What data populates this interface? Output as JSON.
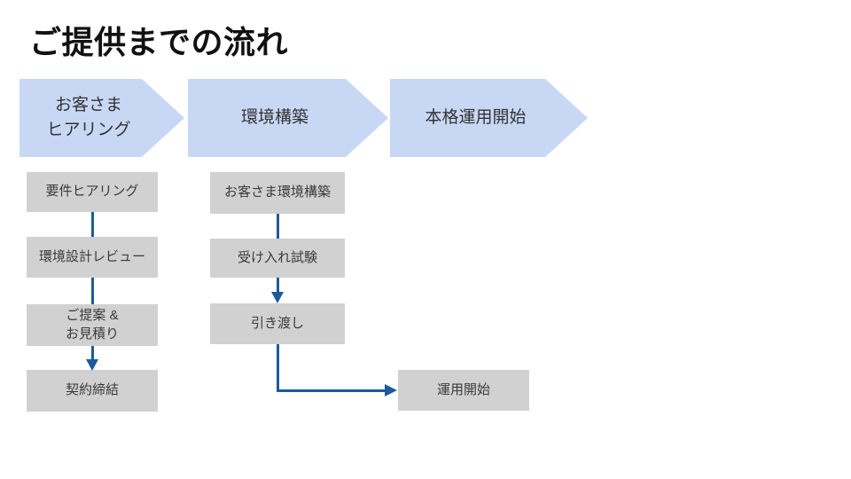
{
  "slide": {
    "title": "ご提供までの流れ"
  },
  "colors": {
    "background": "#ffffff",
    "chevron_fill": "#c8d8f4",
    "box_fill": "#d1d1d1",
    "connector": "#1e5a9a",
    "chevron_text": "#333333",
    "box_text": "#3a3a3a",
    "title_text": "#111111"
  },
  "phases": [
    {
      "lines": [
        "お客さま",
        "ヒアリング"
      ]
    },
    {
      "lines": [
        "環境構築"
      ]
    },
    {
      "lines": [
        "本格運用開始"
      ]
    }
  ],
  "columns": [
    {
      "steps": [
        {
          "lines": [
            "要件ヒアリング"
          ]
        },
        {
          "lines": [
            "環境設計レビュー"
          ]
        },
        {
          "lines": [
            "ご提案 &",
            "お見積り"
          ]
        },
        {
          "lines": [
            "契約締結"
          ]
        }
      ]
    },
    {
      "steps": [
        {
          "lines": [
            "お客さま環境構築"
          ]
        },
        {
          "lines": [
            "受け入れ試験"
          ]
        },
        {
          "lines": [
            "引き渡し"
          ]
        }
      ]
    }
  ],
  "final_step": {
    "lines": [
      "運用開始"
    ]
  }
}
